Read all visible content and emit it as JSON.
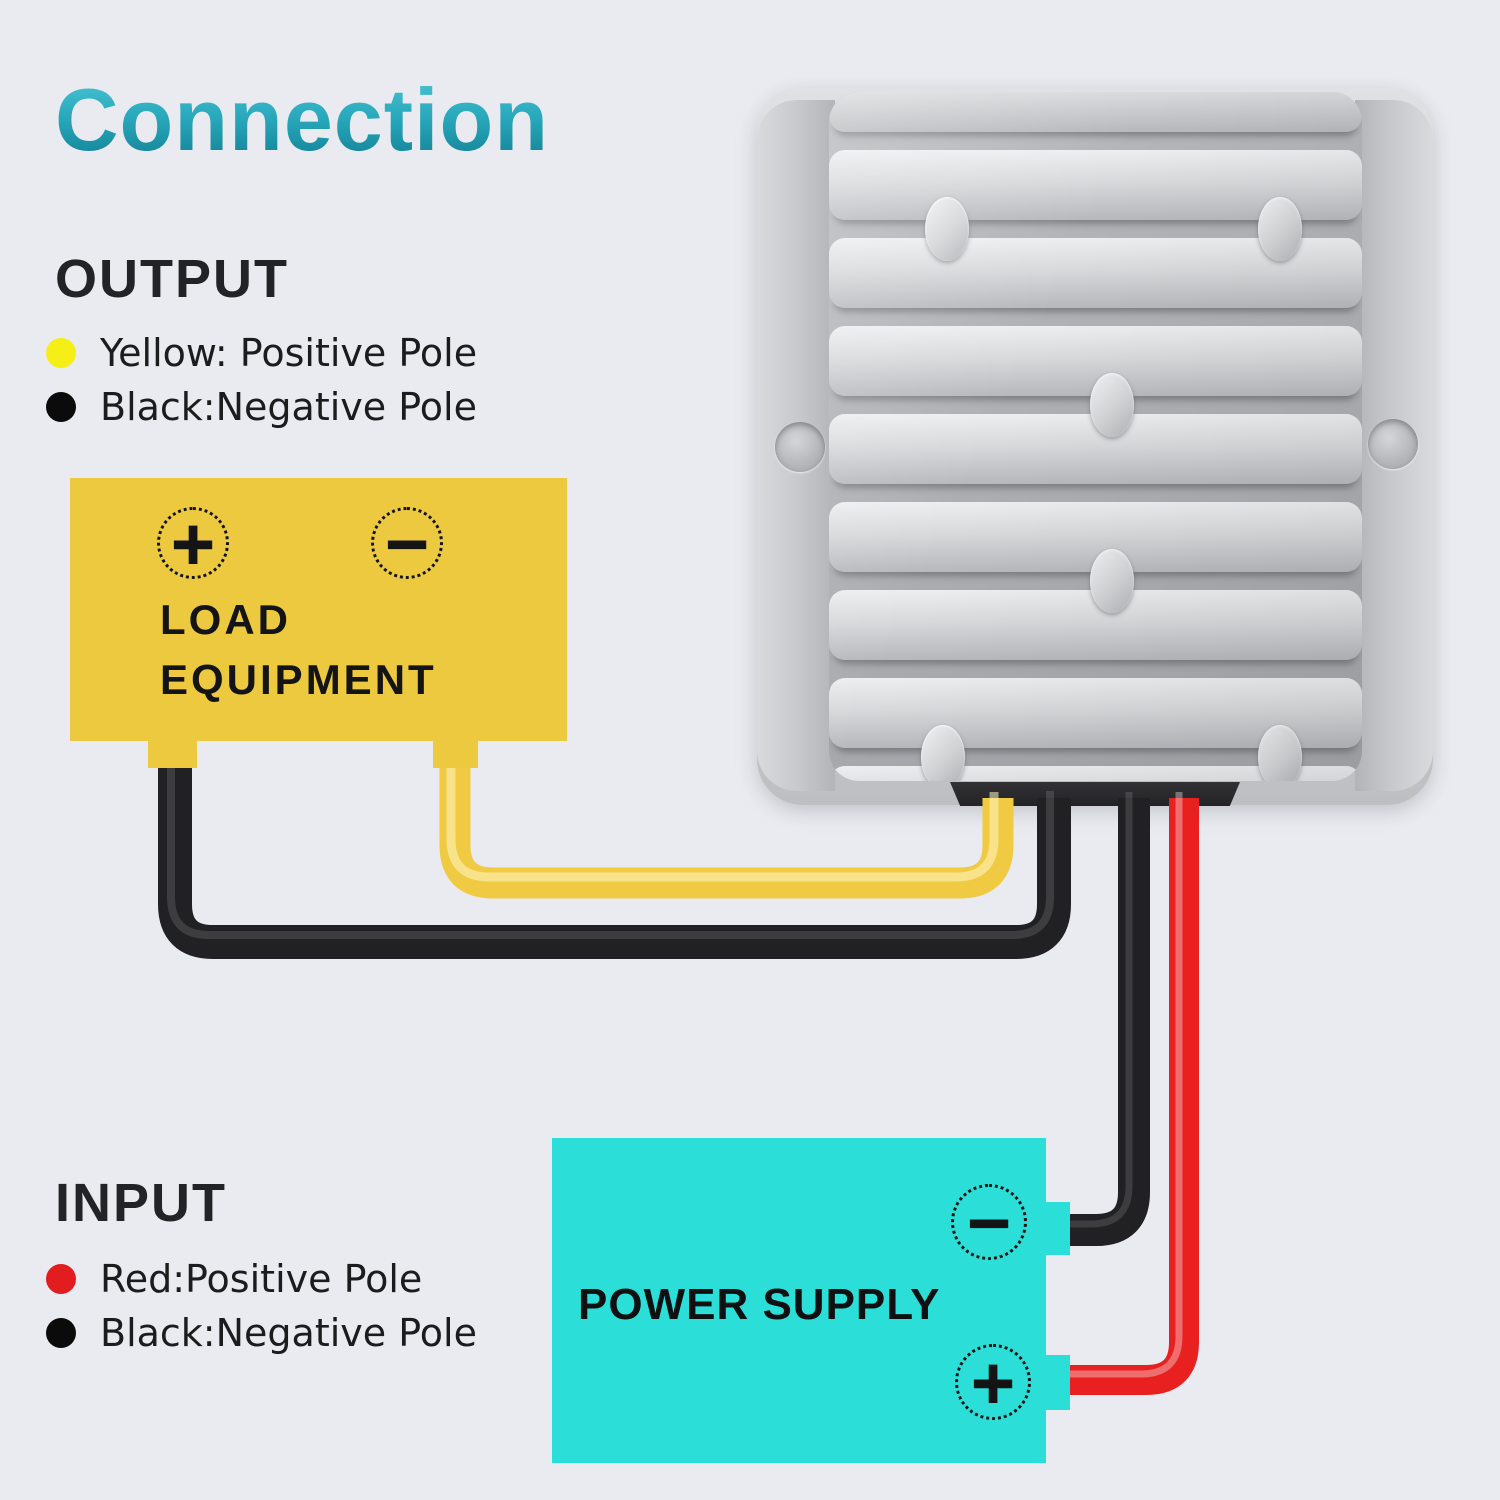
{
  "title": "Connection",
  "colors": {
    "background": "#e9ebf0",
    "title_gradient_top": "#4cc8d6",
    "title_gradient_bottom": "#0f7c90",
    "load_box_yellow": "#ecc93e",
    "power_box_cyan": "#2bdfd8",
    "wire_yellow": "#f0ca42",
    "wire_black": "#212124",
    "wire_red": "#e8201f",
    "bullet_yellow": "#f5ee17",
    "bullet_black": "#0b0b0c",
    "bullet_red": "#e21d20",
    "text_dark": "#1c1c1e",
    "device_silver": "#cdcfd2",
    "connector_black": "#29292c"
  },
  "output_section": {
    "heading": "OUTPUT",
    "items": [
      {
        "color_name": "yellow",
        "label": "Yellow: Positive Pole"
      },
      {
        "color_name": "black",
        "label": "Black:Negative Pole"
      }
    ]
  },
  "input_section": {
    "heading": "INPUT",
    "items": [
      {
        "color_name": "red",
        "label": "Red:Positive Pole"
      },
      {
        "color_name": "black",
        "label": "Black:Negative Pole"
      }
    ]
  },
  "load_equipment": {
    "line1": "LOAD",
    "line2": "EQUIPMENT",
    "positive_symbol": "+",
    "negative_symbol": "−"
  },
  "power_supply": {
    "label": "POWER SUPPLY",
    "negative_symbol": "−",
    "positive_symbol": "+"
  }
}
